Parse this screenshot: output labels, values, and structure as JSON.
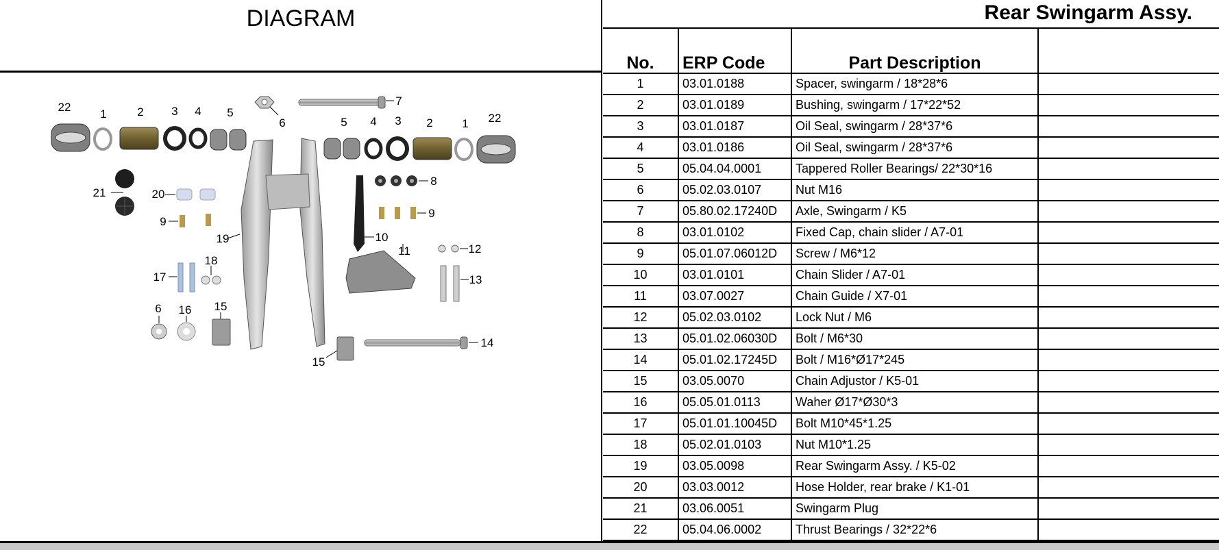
{
  "diagram": {
    "heading": "DIAGRAM",
    "callouts": {
      "c22a": "22",
      "c1a": "1",
      "c2a": "2",
      "c3a": "3",
      "c4a": "4",
      "c5a": "5",
      "c6a": "6",
      "c7": "7",
      "c5b": "5",
      "c4b": "4",
      "c3b": "3",
      "c2b": "2",
      "c1b": "1",
      "c22b": "22",
      "c21": "21",
      "c20": "20",
      "c8": "8",
      "c9a": "9",
      "c9b": "9",
      "c19": "19",
      "c10": "10",
      "c11": "11",
      "c12": "12",
      "c17": "17",
      "c18": "18",
      "c13": "13",
      "c6b": "6",
      "c16": "16",
      "c15a": "15",
      "c14": "14",
      "c15b": "15"
    }
  },
  "assembly": {
    "title": "Rear Swingarm Assy."
  },
  "table": {
    "headers": {
      "no": "No.",
      "code": "ERP Code",
      "desc": "Part Description",
      "extra": ""
    },
    "rows": [
      {
        "no": "1",
        "code": "03.01.0188",
        "desc": "Spacer, swingarm / 18*28*6"
      },
      {
        "no": "2",
        "code": "03.01.0189",
        "desc": "Bushing, swingarm / 17*22*52"
      },
      {
        "no": "3",
        "code": "03.01.0187",
        "desc": "Oil Seal, swingarm / 28*37*6"
      },
      {
        "no": "4",
        "code": "03.01.0186",
        "desc": "Oil Seal, swingarm / 28*37*6"
      },
      {
        "no": "5",
        "code": "05.04.04.0001",
        "desc": "Tappered Roller Bearings/ 22*30*16"
      },
      {
        "no": "6",
        "code": "05.02.03.0107",
        "desc": "Nut M16"
      },
      {
        "no": "7",
        "code": "05.80.02.17240D",
        "desc": "Axle, Swingarm / K5"
      },
      {
        "no": "8",
        "code": "03.01.0102",
        "desc": "Fixed Cap, chain slider / A7-01"
      },
      {
        "no": "9",
        "code": "05.01.07.06012D",
        "desc": "Screw / M6*12"
      },
      {
        "no": "10",
        "code": "03.01.0101",
        "desc": "Chain Slider / A7-01"
      },
      {
        "no": "11",
        "code": "03.07.0027",
        "desc": "Chain Guide / X7-01"
      },
      {
        "no": "12",
        "code": "05.02.03.0102",
        "desc": "Lock Nut / M6"
      },
      {
        "no": "13",
        "code": "05.01.02.06030D",
        "desc": "Bolt / M6*30"
      },
      {
        "no": "14",
        "code": "05.01.02.17245D",
        "desc": "Bolt / M16*Ø17*245"
      },
      {
        "no": "15",
        "code": "03.05.0070",
        "desc": "Chain Adjustor / K5-01"
      },
      {
        "no": "16",
        "code": "05.05.01.0113",
        "desc": "Waher Ø17*Ø30*3"
      },
      {
        "no": "17",
        "code": "05.01.01.10045D",
        "desc": "Bolt M10*45*1.25"
      },
      {
        "no": "18",
        "code": "05.02.01.0103",
        "desc": "Nut M10*1.25"
      },
      {
        "no": "19",
        "code": "03.05.0098",
        "desc": "Rear Swingarm Assy. / K5-02"
      },
      {
        "no": "20",
        "code": "03.03.0012",
        "desc": "Hose Holder, rear brake / K1-01"
      },
      {
        "no": "21",
        "code": "03.06.0051",
        "desc": "Swingarm Plug"
      },
      {
        "no": "22",
        "code": "05.04.06.0002",
        "desc": "Thrust Bearings / 32*22*6"
      }
    ]
  }
}
